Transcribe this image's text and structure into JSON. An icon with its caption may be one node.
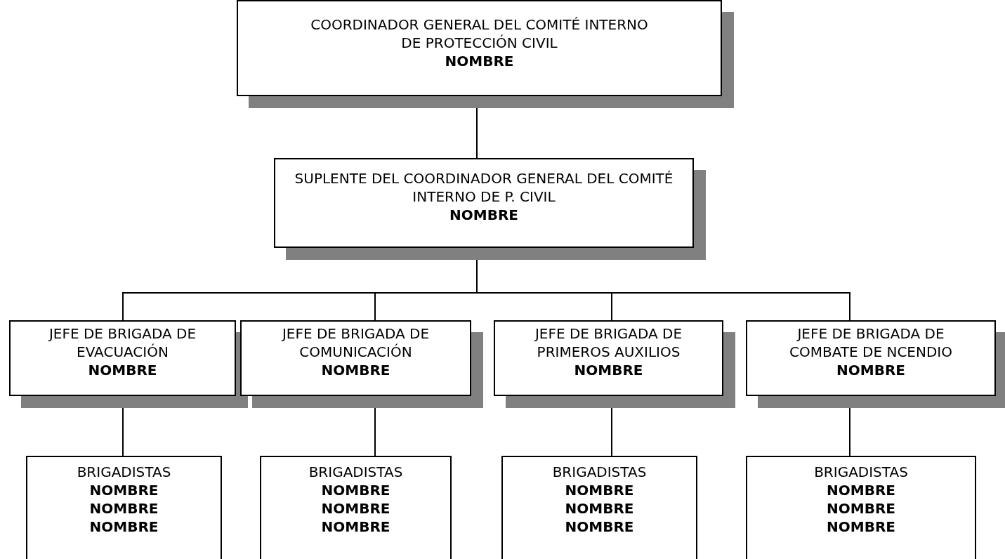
{
  "diagram": {
    "nodes": [
      {
        "text": [
          "COORDINADOR GENERAL DEL COMITÉ INTERNO DE PROTECCIÓN CIVIL",
          "NOMBRE"
        ]
      },
      {
        "text": [
          "SUPLENTE DEL COORDINADOR GENERAL DEL COMITÉ INTERNO DE P. CIVIL",
          "NOMBRE"
        ]
      },
      {
        "text": [
          "JEFE DE BRIGADA DE EVACUACIÓN",
          "NOMBRE"
        ]
      },
      {
        "text": [
          "JEFE DE BRIGADA DE COMUNICACIÓN",
          "NOMBRE"
        ]
      },
      {
        "text": [
          "JEFE DE BRIGADA DE PRIMEROS AUXILIOS",
          "NOMBRE"
        ]
      },
      {
        "text": [
          "JEFE DE BRIGADA DE COMBATE DE NCENDIO",
          "NOMBRE"
        ]
      },
      {
        "text": [
          "BRIGADISTAS",
          "NOMBRE",
          "NOMBRE",
          "NOMBRE"
        ]
      },
      {
        "text": [
          "BRIGADISTAS",
          "NOMBRE",
          "NOMBRE",
          "NOMBRE"
        ]
      },
      {
        "text": [
          "BRIGADISTAS",
          "NOMBRE",
          "NOMBRE",
          "NOMBRE"
        ]
      },
      {
        "text": [
          "BRIGADISTAS",
          "NOMBRE",
          "NOMBRE",
          "NOMBRE"
        ]
      }
    ],
    "edges": [
      {
        "from": 0,
        "to": 1,
        "arrow": "none"
      },
      {
        "from": 1,
        "to": 2,
        "arrow": "none"
      },
      {
        "from": 1,
        "to": 3,
        "arrow": "none"
      },
      {
        "from": 1,
        "to": 4,
        "arrow": "none"
      },
      {
        "from": 1,
        "to": 5,
        "arrow": "none"
      },
      {
        "from": 2,
        "to": 6,
        "arrow": "none"
      },
      {
        "from": 3,
        "to": 7,
        "arrow": "none"
      },
      {
        "from": 4,
        "to": 8,
        "arrow": "none"
      },
      {
        "from": 5,
        "to": 9,
        "arrow": "none"
      }
    ]
  }
}
